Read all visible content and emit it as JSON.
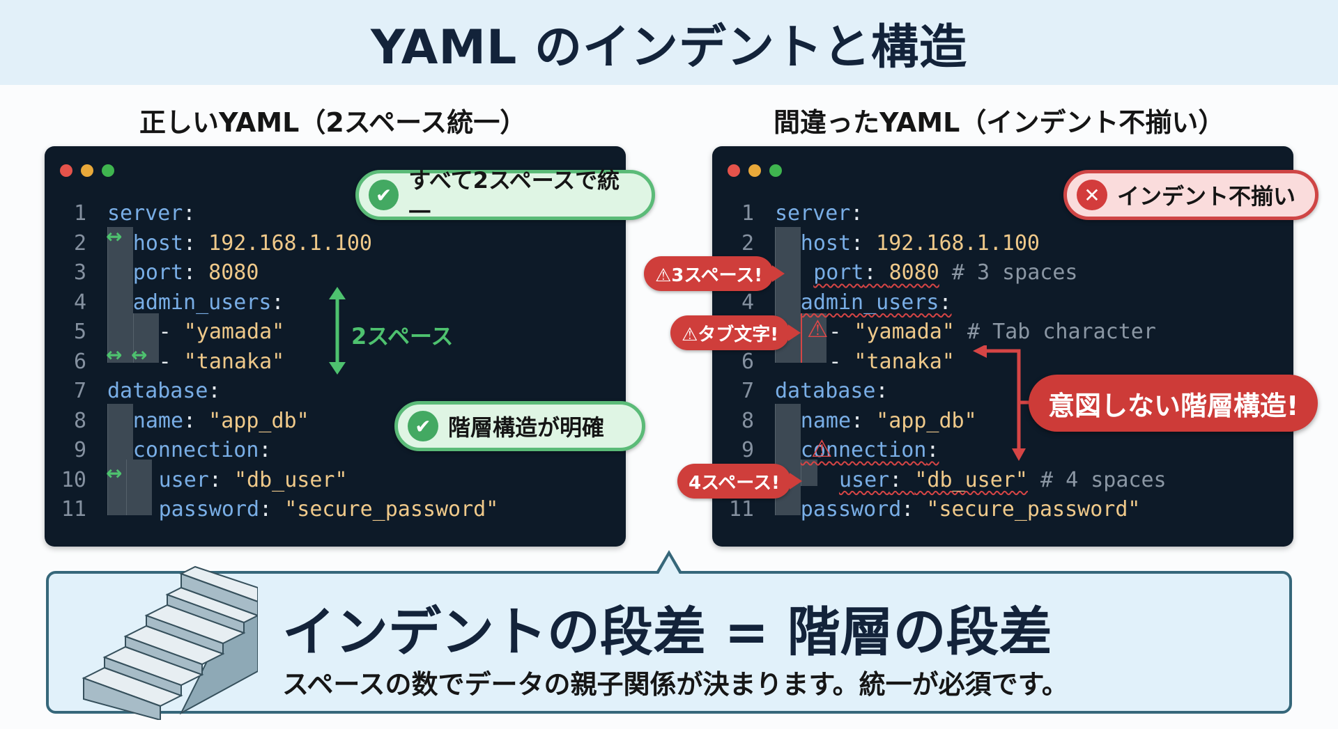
{
  "header": {
    "title": "YAML のインデントと構造"
  },
  "left": {
    "subtitle": "正しいYAML（2スペース統一）",
    "badge_top": {
      "icon": "check-circle-icon",
      "label": "すべて2スペースで統一"
    },
    "badge_bottom": {
      "icon": "check-circle-icon",
      "label": "階層構造が明確"
    },
    "indent_annotation": "2スペース",
    "lines": [
      {
        "num": "1",
        "key": "server",
        "sep": ":",
        "val": ""
      },
      {
        "num": "2",
        "key": "host",
        "sep": ": ",
        "val": "192.168.1.100"
      },
      {
        "num": "3",
        "key": "port",
        "sep": ": ",
        "val": "8080"
      },
      {
        "num": "4",
        "key": "admin_users",
        "sep": ":",
        "val": ""
      },
      {
        "num": "5",
        "key": "",
        "sep": "- ",
        "val": "\"yamada\""
      },
      {
        "num": "6",
        "key": "",
        "sep": "- ",
        "val": "\"tanaka\""
      },
      {
        "num": "7",
        "key": "database",
        "sep": ":",
        "val": ""
      },
      {
        "num": "8",
        "key": "name",
        "sep": ": ",
        "val": "\"app_db\""
      },
      {
        "num": "9",
        "key": "connection",
        "sep": ":",
        "val": ""
      },
      {
        "num": "10",
        "key": "user",
        "sep": ": ",
        "val": "\"db_user\""
      },
      {
        "num": "11",
        "key": "password",
        "sep": ": ",
        "val": "\"secure_password\""
      }
    ]
  },
  "right": {
    "subtitle": "間違ったYAML（インデント不揃い）",
    "badge_top": {
      "icon": "x-circle-icon",
      "label": "インデント不揃い"
    },
    "callouts": {
      "three_spaces": "⚠3スペース!",
      "tab_char": "⚠タブ文字!",
      "four_spaces": "4スペース!",
      "unintended": "意図しない階層構造!"
    },
    "lines": [
      {
        "num": "1",
        "key": "server",
        "sep": ":",
        "val": "",
        "comment": ""
      },
      {
        "num": "2",
        "key": "host",
        "sep": ": ",
        "val": "192.168.1.100",
        "comment": ""
      },
      {
        "num": "3",
        "key": "port",
        "sep": ": ",
        "val": "8080",
        "comment": " # 3 spaces"
      },
      {
        "num": "4",
        "key": "admin_users",
        "sep": ":",
        "val": "",
        "comment": ""
      },
      {
        "num": "5",
        "key": "",
        "sep": "- ",
        "val": "\"yamada\"",
        "comment": " # Tab character"
      },
      {
        "num": "6",
        "key": "",
        "sep": "- ",
        "val": "\"tanaka\"",
        "comment": ""
      },
      {
        "num": "7",
        "key": "database",
        "sep": ":",
        "val": "",
        "comment": ""
      },
      {
        "num": "8",
        "key": "name",
        "sep": ": ",
        "val": "\"app_db\"",
        "comment": ""
      },
      {
        "num": "9",
        "key": "connection",
        "sep": ":",
        "val": "",
        "comment": ""
      },
      {
        "num": "10",
        "key": "user",
        "sep": ": ",
        "val": "\"db_user\"",
        "comment": " # 4 spaces"
      },
      {
        "num": "11",
        "key": "password",
        "sep": ": ",
        "val": "\"secure_password\"",
        "comment": ""
      }
    ]
  },
  "summary": {
    "title": "インデントの段差 = 階層の段差",
    "description": "スペースの数でデータの親子関係が決まります。統一が必須です。",
    "icon": "stairs-icon"
  },
  "colors": {
    "ok": "#43a962",
    "error": "#cf3e3b",
    "code_bg": "#0d1a28",
    "key": "#79aee6",
    "value": "#efc98a"
  }
}
